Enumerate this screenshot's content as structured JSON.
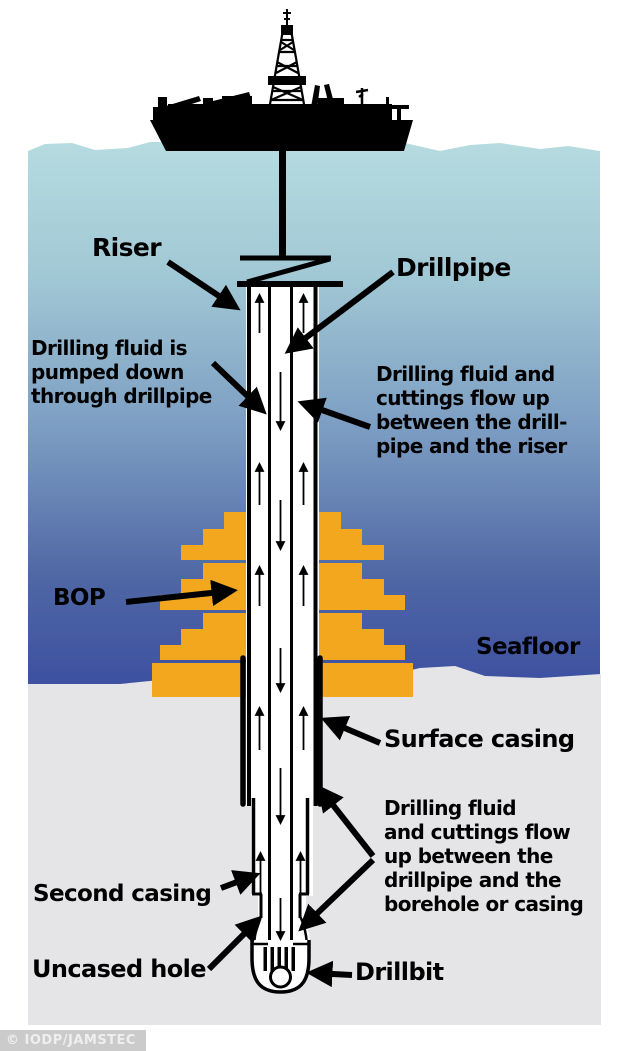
{
  "labels": {
    "riser": "Riser",
    "drillpipe": "Drillpipe",
    "pump_down": {
      "lines": [
        "Drilling fluid is",
        "pumped down",
        "through drillpipe"
      ]
    },
    "flow_up_riser": {
      "lines": [
        "Drilling fluid and",
        "cuttings flow up",
        "between the drill-",
        "pipe and the riser"
      ]
    },
    "bop": "BOP",
    "seafloor": "Seafloor",
    "surface_casing": "Surface casing",
    "flow_up_borehole": {
      "lines": [
        "Drilling fluid",
        "and cuttings flow",
        "up between the",
        "drillpipe and the",
        "borehole or casing"
      ]
    },
    "second_casing": "Second casing",
    "uncased_hole": "Uncased hole",
    "drillbit": "Drillbit"
  },
  "credit": "© IODP/JAMSTEC",
  "colors": {
    "water_top": "#b6dce1",
    "water_mid": "#7b9cc2",
    "water_deep": "#3b4da1",
    "seafloor_gray": "#e5e5e7",
    "bop_orange": "#f2a71f",
    "ink": "#000000",
    "credit_bg": "#cbcbcb",
    "credit_text": "#efefef"
  }
}
